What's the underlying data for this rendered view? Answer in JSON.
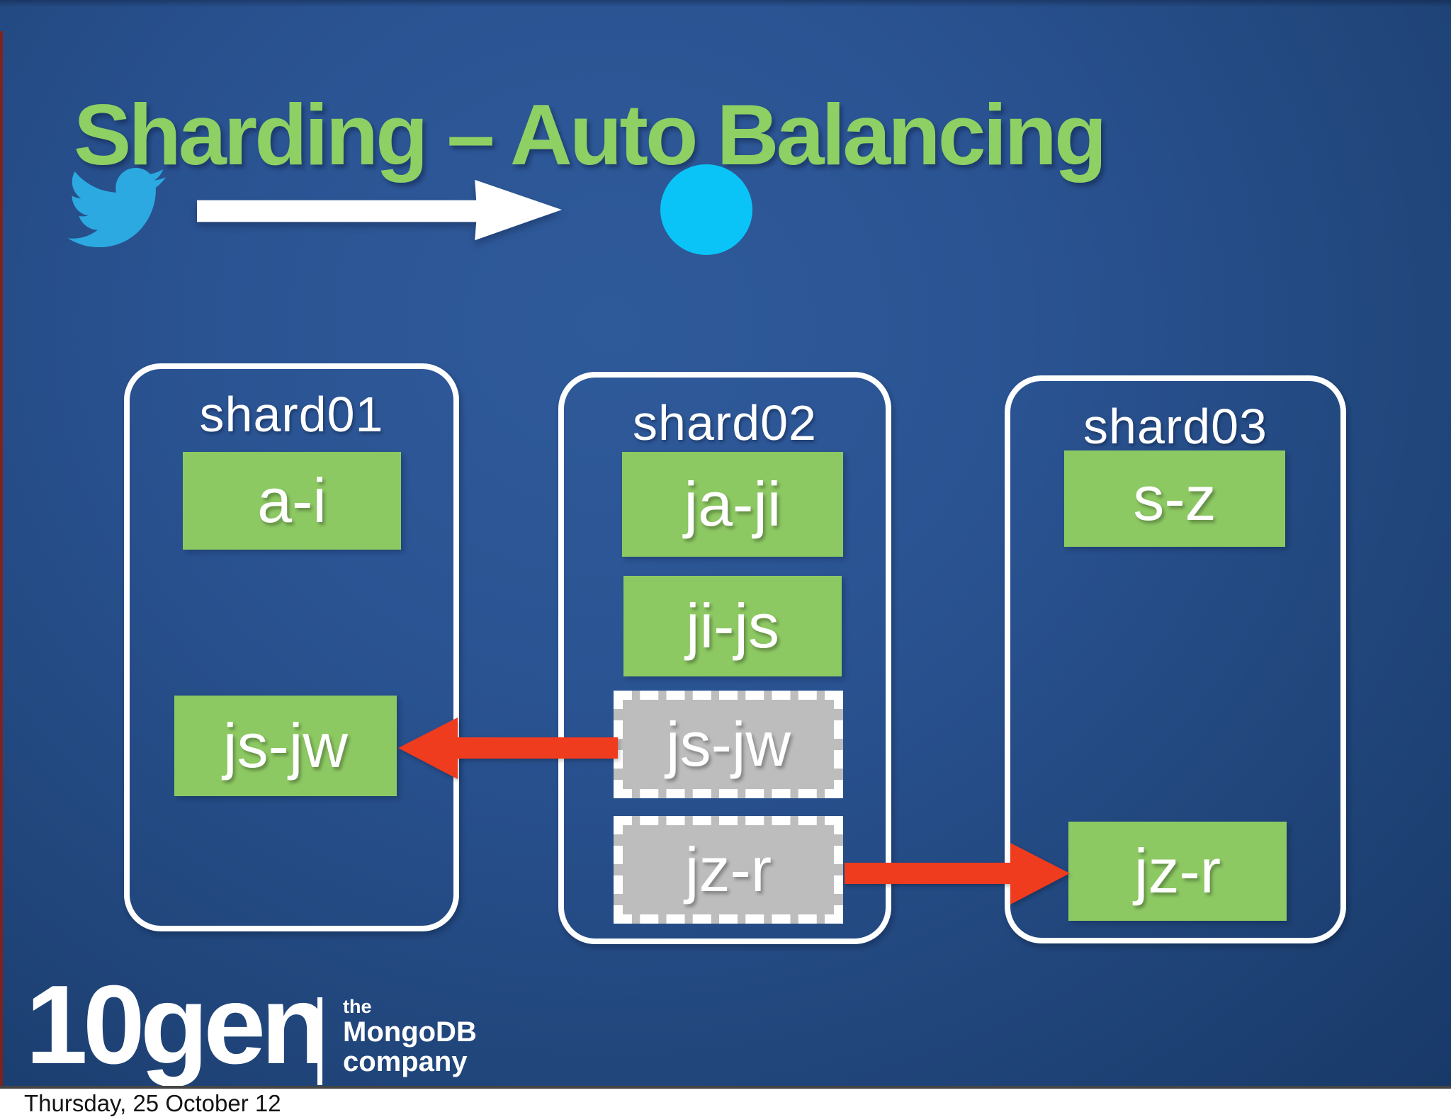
{
  "title": "Sharding – Auto Balancing",
  "colors": {
    "background_blue_center": "#2f5a9a",
    "background_blue_edge": "#183968",
    "title_green": "#8ed063",
    "chunk_green": "#8dc963",
    "chunk_gray": "#bdbdbd",
    "chunk_border_white": "#ffffff",
    "migration_arrow_red": "#ef3b1e",
    "twitter_bird_blue": "#2ca9e1",
    "tweet_dot_cyan": "#0bc4f7"
  },
  "icons": {
    "twitter_bird": "twitter-bird-icon",
    "flow_arrow": "right-arrow-icon",
    "tweet_dot": "tweet-dot",
    "migration_left": "red-arrow-left-icon",
    "migration_right": "red-arrow-right-icon"
  },
  "shards": [
    {
      "label": "shard01",
      "chunks": [
        {
          "label": "a-i",
          "state": "normal"
        },
        {
          "label": "js-jw",
          "state": "normal"
        }
      ]
    },
    {
      "label": "shard02",
      "chunks": [
        {
          "label": "ja-ji",
          "state": "normal"
        },
        {
          "label": "ji-js",
          "state": "normal"
        },
        {
          "label": "js-jw",
          "state": "migrating-out"
        },
        {
          "label": "jz-r",
          "state": "migrating-out"
        }
      ]
    },
    {
      "label": "shard03",
      "chunks": [
        {
          "label": "s-z",
          "state": "normal"
        },
        {
          "label": "jz-r",
          "state": "normal"
        }
      ]
    }
  ],
  "migrations": [
    {
      "chunk": "js-jw",
      "from": "shard02",
      "to": "shard01",
      "direction": "left"
    },
    {
      "chunk": "jz-r",
      "from": "shard02",
      "to": "shard03",
      "direction": "right"
    }
  ],
  "logo": {
    "brand": "10gen",
    "tagline": [
      "the",
      "MongoDB",
      "company"
    ]
  },
  "footer": {
    "date": "Thursday, 25 October 12"
  }
}
